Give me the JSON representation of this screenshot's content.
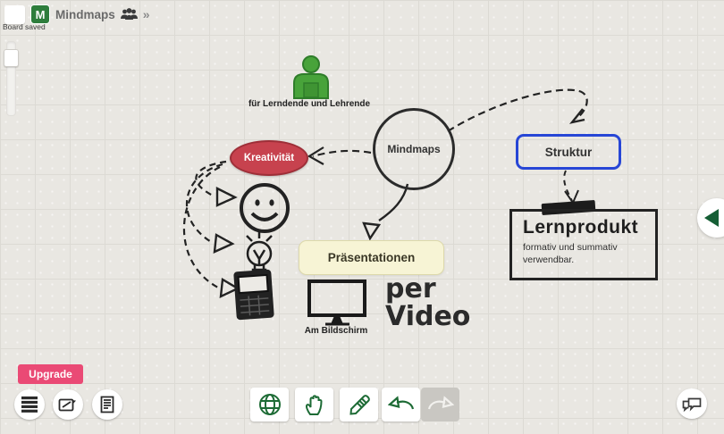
{
  "app": {
    "logo_letter": "M",
    "board_title": "Mindmaps",
    "breadcrumb_chevron": "»",
    "status": "Board saved"
  },
  "mindmap": {
    "audience_label": "für Lerndende und Lehrende",
    "central_node": "Mindmaps",
    "creativity_node": "Kreativität",
    "presentations_node": "Präsentationen",
    "screen_label": "Am Bildschirm",
    "video_line1": "per",
    "video_line2": "Video",
    "structure_node": "Struktur",
    "product_title": "Lernprodukt",
    "product_subtitle": "formativ und summativ verwendbar."
  },
  "footer": {
    "upgrade_label": "Upgrade"
  },
  "colors": {
    "canvas_bg": "#e9e7e2",
    "tool_green": "#1d6b35",
    "logo_green": "#2e7d3c",
    "figure_green": "#48a33a",
    "creativity_red": "#c7424e",
    "structure_blue": "#2746d6",
    "presentations_yellow": "#f7f4d5",
    "upgrade_pink": "#ea4a75",
    "ink": "#2b2b2b"
  },
  "icons": {
    "header": [
      "users-icon",
      "chevron-right-icon"
    ],
    "sidebar_left": [
      "menu-icon",
      "export-icon",
      "notes-icon"
    ],
    "toolbar": [
      "globe-icon",
      "hand-icon",
      "pencil-icon",
      "undo-icon",
      "redo-icon"
    ],
    "misc": [
      "chat-icon",
      "collapse-panel-icon",
      "person-icon",
      "smiley-icon",
      "lightbulb-icon",
      "calculator-icon",
      "monitor-icon"
    ]
  }
}
